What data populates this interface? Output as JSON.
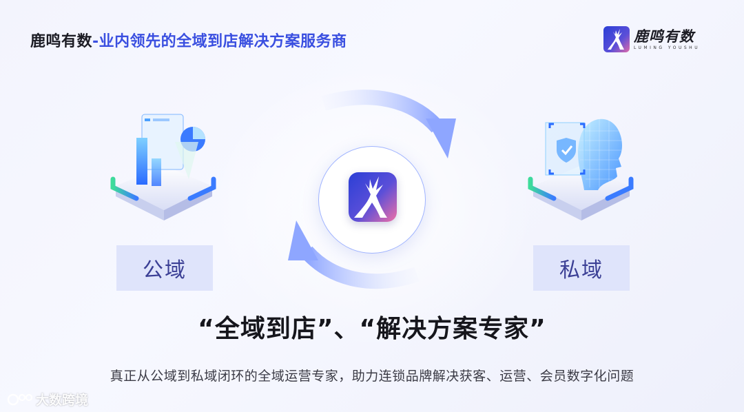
{
  "header": {
    "brand": "鹿鸣有数",
    "title_rest": "-业内领先的全域到店解决方案服务商"
  },
  "logo": {
    "text": "鹿鸣有数",
    "subtext": "LUMING YOUSHU"
  },
  "labels": {
    "left": "公域",
    "right": "私域"
  },
  "tagline": "“全域到店”、“解决方案专家”",
  "subline": "真正从公域到私域闭环的全域运营专家，助力连锁品牌解决获客、运营、会员数字化问题",
  "watermark": "大数跨境",
  "colors": {
    "accent": "#3a4fe0",
    "label_bg": "#dfe4fb",
    "label_text": "#3b3f95",
    "ring": "#9fb3ff"
  }
}
